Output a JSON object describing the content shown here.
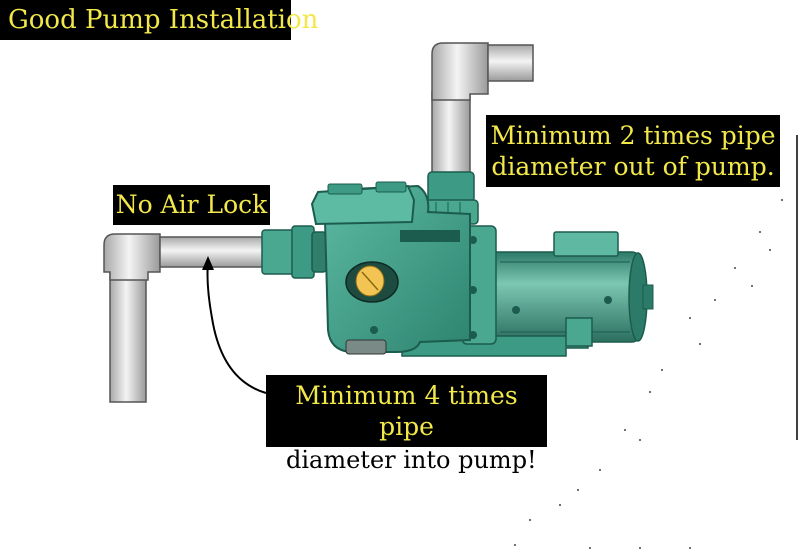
{
  "title": "Good Pump Installation",
  "labels": {
    "no_air_lock": "No Air Lock",
    "outlet_line1": "Minimum 2 times pipe",
    "outlet_line2": "diameter out of pump.",
    "inlet_line1": "Minimum 4 times",
    "inlet_line2": "pipe",
    "inlet_line3": "diameter into pump!"
  },
  "colors": {
    "label_bg": "#000000",
    "label_text": "#f2e84a",
    "pipe": "#d0d0d0",
    "pump_body": "#3fa088",
    "pump_dark": "#1c5c4e"
  }
}
